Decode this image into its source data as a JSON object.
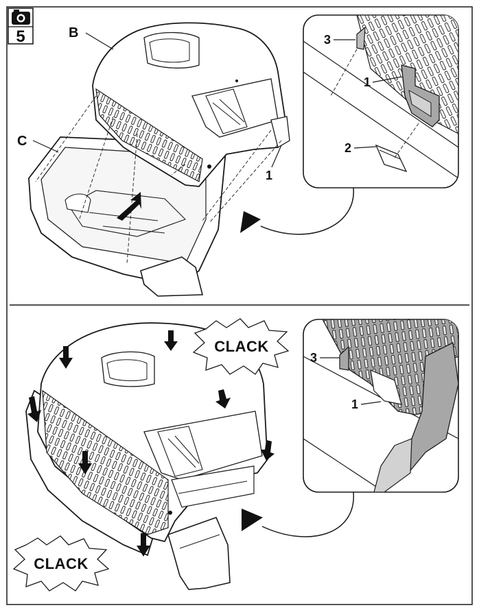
{
  "step_badge": {
    "number": "5",
    "icon": "camera-icon"
  },
  "top_panel": {
    "label_b": "B",
    "label_c": "C",
    "label_1": "1",
    "detail": {
      "label_3": "3",
      "label_1": "1",
      "label_2": "2"
    }
  },
  "bottom_panel": {
    "clack_top": "CLACK",
    "clack_bottom": "CLACK",
    "detail": {
      "label_3": "3",
      "label_1": "1"
    }
  },
  "colors": {
    "line": "#1a1a1a",
    "shade": "#a7a7a7",
    "light_shade": "#d2d2d2"
  }
}
